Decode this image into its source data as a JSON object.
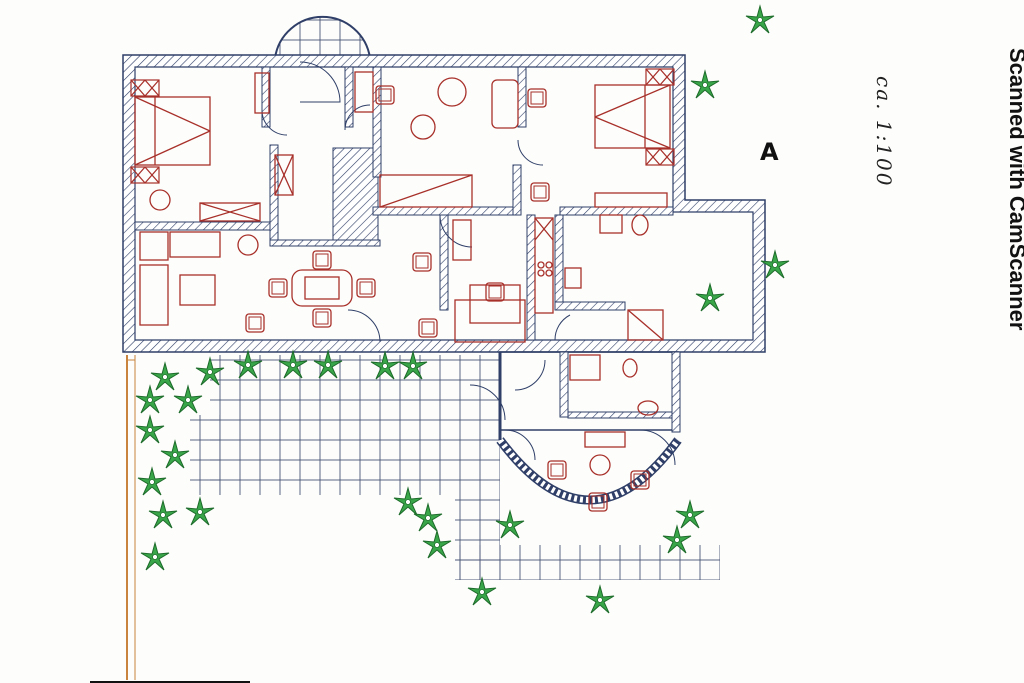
{
  "annotations": {
    "scale": "ca. 1:100",
    "north_marker": "A",
    "watermark": "Scanned with CamScanner"
  },
  "colors": {
    "wall_line": "#2f3f68",
    "furniture": "#a8302a",
    "tile_grid": "#4a5675",
    "plant": "#2c8a3a",
    "fence": "#c9833c",
    "paper": "#fdfdfb"
  }
}
